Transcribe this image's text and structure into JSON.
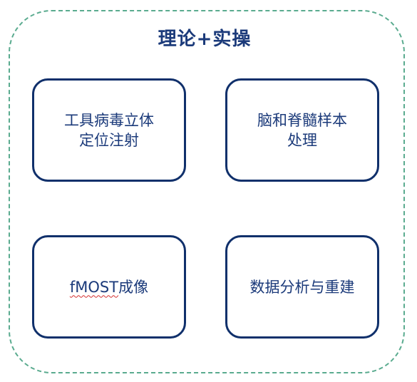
{
  "title": "理论+实操",
  "boxes": [
    {
      "text": "工具病毒立体\n定位注射"
    },
    {
      "text": "脑和脊髓样本\n处理"
    },
    {
      "text_part1": "fMOST",
      "text_part2": "成像"
    },
    {
      "text": "数据分析与重建"
    }
  ],
  "colors": {
    "frame_border": "#5aab8f",
    "box_border": "#10306b",
    "text": "#1b3a7a"
  }
}
